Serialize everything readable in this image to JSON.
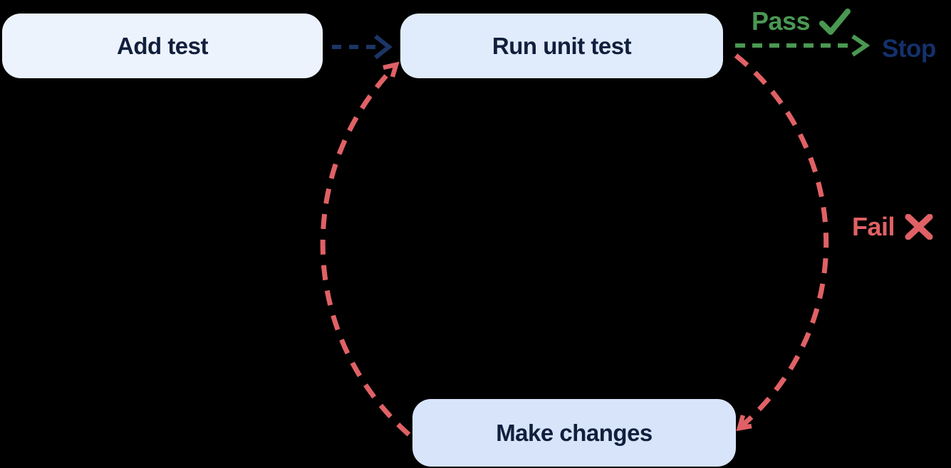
{
  "diagram": {
    "nodes": [
      {
        "id": "add-test",
        "label": "Add test"
      },
      {
        "id": "run-unit-test",
        "label": "Run unit test"
      },
      {
        "id": "make-changes",
        "label": "Make changes"
      },
      {
        "id": "stop",
        "label": "Stop"
      }
    ],
    "edges": [
      {
        "from": "add-test",
        "to": "run-unit-test",
        "label": "",
        "icon": "",
        "style": "dashed-arrow",
        "color": "#1C3566"
      },
      {
        "from": "run-unit-test",
        "to": "stop",
        "label": "Pass",
        "icon": "check-icon",
        "style": "dashed-arrow",
        "color": "#4A9852"
      },
      {
        "from": "run-unit-test",
        "to": "make-changes",
        "label": "Fail",
        "icon": "x-icon",
        "style": "dashed-arc",
        "color": "#E06165"
      },
      {
        "from": "make-changes",
        "to": "run-unit-test",
        "label": "",
        "icon": "",
        "style": "dashed-arc",
        "color": "#E06165"
      }
    ],
    "colors": {
      "background": "#000000",
      "node_fill_add_test": "#ECF3FC",
      "node_fill_run_unit_test": "#E0EBFB",
      "node_fill_make_changes": "#D7E4FA",
      "node_text": "#111F3D",
      "flow_blue": "#1C3566",
      "pass_green": "#4A9852",
      "fail_red": "#E06165",
      "stop_navy": "#14316B"
    }
  }
}
